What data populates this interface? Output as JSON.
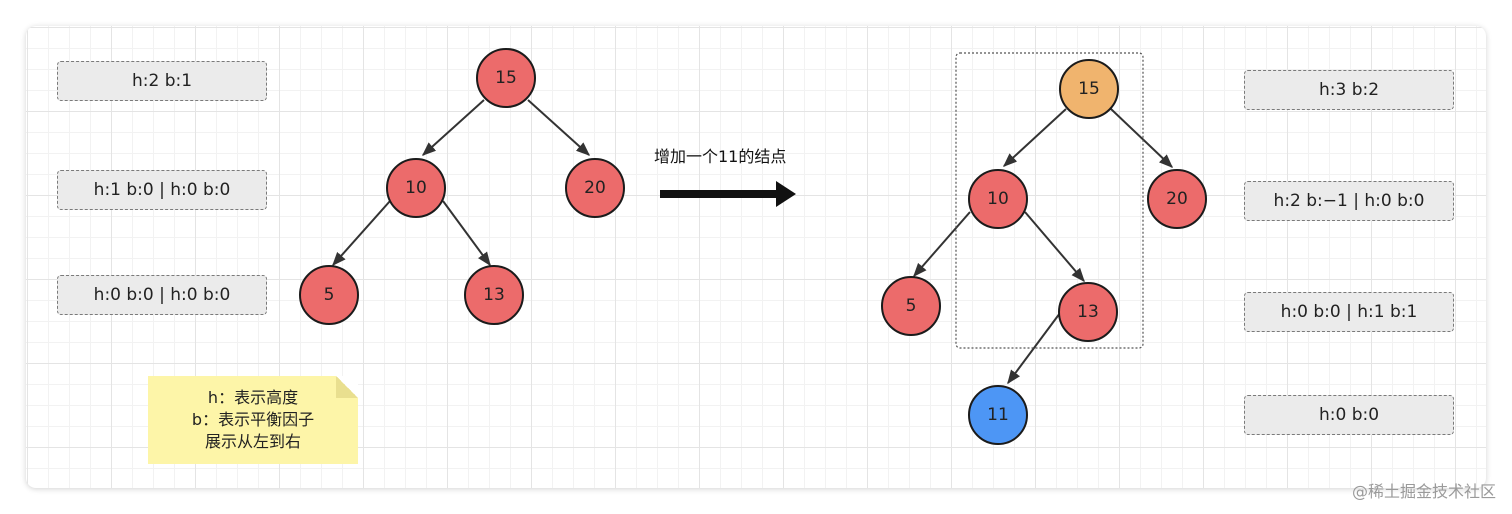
{
  "left_tree": {
    "nodes": [
      {
        "id": "l15",
        "label": "15",
        "color": "#ec6b6b"
      },
      {
        "id": "l10",
        "label": "10",
        "color": "#ec6b6b"
      },
      {
        "id": "l20",
        "label": "20",
        "color": "#ec6b6b"
      },
      {
        "id": "l5",
        "label": "5",
        "color": "#ec6b6b"
      },
      {
        "id": "l13",
        "label": "13",
        "color": "#ec6b6b"
      }
    ],
    "level_labels": [
      "h:2 b:1",
      "h:1 b:0 | h:0 b:0",
      "h:0 b:0 | h:0 b:0"
    ]
  },
  "right_tree": {
    "nodes": [
      {
        "id": "r15",
        "label": "15",
        "color": "#f0b46e"
      },
      {
        "id": "r10",
        "label": "10",
        "color": "#ec6b6b"
      },
      {
        "id": "r20",
        "label": "20",
        "color": "#ec6b6b"
      },
      {
        "id": "r5",
        "label": "5",
        "color": "#ec6b6b"
      },
      {
        "id": "r13",
        "label": "13",
        "color": "#ec6b6b"
      },
      {
        "id": "r11",
        "label": "11",
        "color": "#4d96f5"
      }
    ],
    "level_labels": [
      "h:3 b:2",
      "h:2 b:−1 | h:0 b:0",
      "h:0 b:0 | h:1 b:1",
      "h:0 b:0"
    ]
  },
  "arrow_caption": "增加一个11的结点",
  "note": {
    "lines": [
      "h：表示高度",
      "b：表示平衡因子",
      "展示从左到右"
    ]
  },
  "watermark": "@稀土掘金技术社区"
}
